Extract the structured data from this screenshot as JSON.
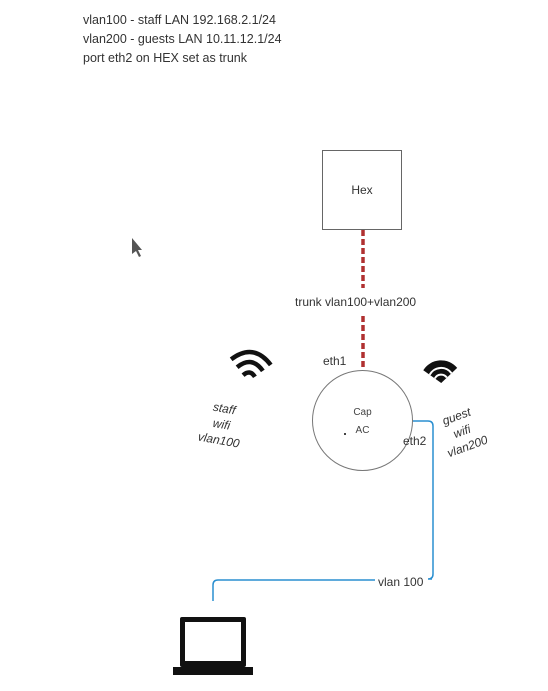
{
  "notes": [
    "vlan100 - staff LAN 192.168.2.1/24",
    "vlan200 - guests LAN 10.11.12.1/24",
    "port eth2 on HEX set as trunk"
  ],
  "nodes": {
    "hex": {
      "label": "Hex"
    },
    "cap": {
      "line1": "Cap",
      "line2": "AC"
    }
  },
  "links": {
    "trunk": {
      "label": "trunk vlan100+vlan200",
      "color": "#b03030"
    },
    "vlan100": {
      "label": "vlan 100",
      "color": "#2a8fd0"
    }
  },
  "ports": {
    "eth1": "eth1",
    "eth2": "eth2"
  },
  "wifi": {
    "staff": {
      "lines": [
        "staff",
        "wifi",
        "vlan100"
      ],
      "icon": "wifi-icon"
    },
    "guest": {
      "lines": [
        "guest",
        "wifi",
        "vlan200"
      ],
      "icon": "wifi-icon"
    }
  },
  "devices": {
    "laptop": {
      "icon": "laptop-icon"
    }
  },
  "cursor": {
    "icon": "mouse-pointer-icon"
  }
}
